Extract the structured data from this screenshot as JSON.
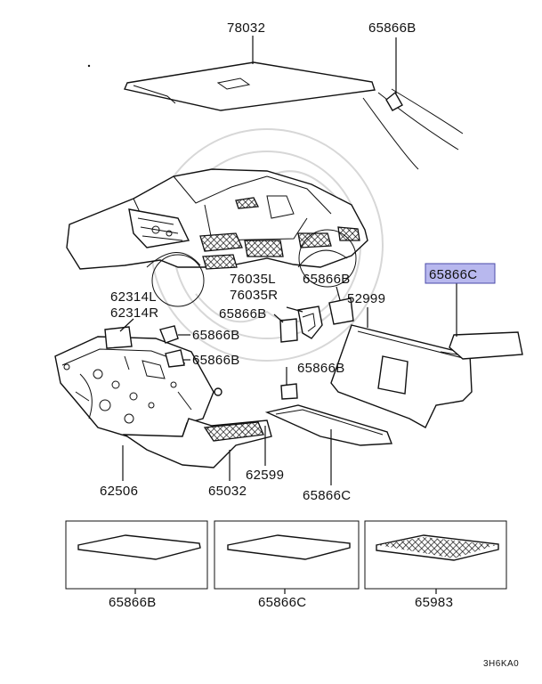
{
  "labels": {
    "p78032": "78032",
    "p65866b_top": "65866B",
    "p62314l": "62314L",
    "p62314r": "62314R",
    "p76035l": "76035L",
    "p76035r": "76035R",
    "p65866b_mid": "65866B",
    "p65866b_small": "65866B",
    "p65866b_left1": "65866B",
    "p65866b_left2": "65866B",
    "p52999": "52999",
    "p65866c_highlight": "65866C",
    "p65866b_lower": "65866B",
    "p62506": "62506",
    "p65032": "65032",
    "p62599": "62599",
    "p65866c_floor": "65866C",
    "box1": "65866B",
    "box2": "65866C",
    "box3": "65983",
    "code": "3H6KA0"
  },
  "colors": {
    "highlight_fill": "#b8b8ee",
    "highlight_border": "#4a4aa8",
    "line": "#111111"
  }
}
